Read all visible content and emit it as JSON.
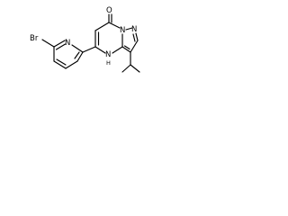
{
  "molecule": {
    "atoms": {
      "oxygen": "O",
      "bromine": "Br",
      "pyridine_n": "N",
      "pyrazole_n1": "N",
      "pyrazole_n2": "N",
      "nh_n": "N",
      "nh_h": "H"
    },
    "colors": {
      "bond": "#000000",
      "label": "#000000",
      "background": "#ffffff"
    }
  }
}
